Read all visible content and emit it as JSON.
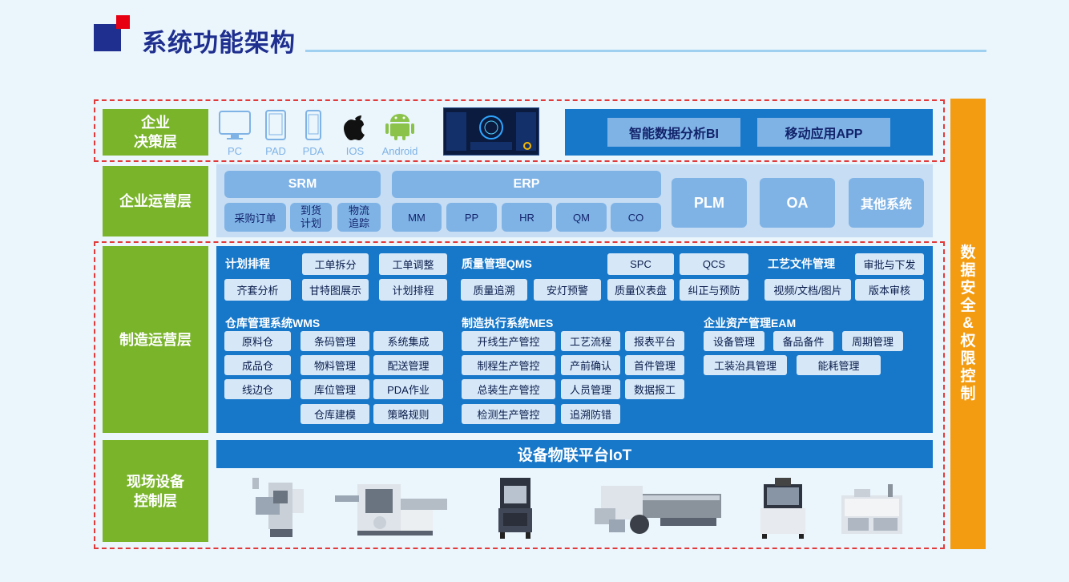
{
  "title": "系统功能架构",
  "layers": {
    "decision": "企业\n决策层",
    "operations": "企业运营层",
    "manufacturing": "制造运营层",
    "field": "现场设备\n控制层"
  },
  "sidebar": "数\n据\n安\n全\n&\n权\n限\n控\n制",
  "decision": {
    "devices": [
      "PC",
      "PAD",
      "PDA",
      "IOS",
      "Android"
    ],
    "buttons": [
      "智能数据分析BI",
      "移动应用APP"
    ]
  },
  "operations": {
    "srm": {
      "title": "SRM",
      "items": [
        "采购订单",
        "到货\n计划",
        "物流\n追踪"
      ]
    },
    "erp": {
      "title": "ERP",
      "items": [
        "MM",
        "PP",
        "HR",
        "QM",
        "CO"
      ]
    },
    "others": [
      "PLM",
      "OA",
      "其他系统"
    ]
  },
  "mfg": {
    "plan": {
      "title": "计划排程",
      "items": [
        "工单拆分",
        "工单调整",
        "齐套分析",
        "甘特图展示",
        "计划排程"
      ]
    },
    "qms": {
      "title": "质量管理QMS",
      "items": [
        "SPC",
        "QCS",
        "质量追溯",
        "安灯预警",
        "质量仪表盘",
        "纠正与预防"
      ]
    },
    "craft": {
      "title": "工艺文件管理",
      "items": [
        "审批与下发",
        "视频/文档/图片",
        "版本审核"
      ]
    },
    "wms": {
      "title": "仓库管理系统WMS",
      "items": [
        "原料仓",
        "条码管理",
        "系统集成",
        "成品仓",
        "物料管理",
        "配送管理",
        "线边仓",
        "库位管理",
        "PDA作业",
        "仓库建模",
        "策略规则"
      ]
    },
    "mes": {
      "title": "制造执行系统MES",
      "items": [
        "开线生产管控",
        "工艺流程",
        "报表平台",
        "制程生产管控",
        "产前确认",
        "首件管理",
        "总装生产管控",
        "人员管理",
        "数据报工",
        "检测生产管控",
        "追溯防错"
      ]
    },
    "eam": {
      "title": "企业资产管理EAM",
      "items": [
        "设备管理",
        "备品备件",
        "周期管理",
        "工装治具管理",
        "能耗管理"
      ]
    }
  },
  "iot": "设备物联平台IoT"
}
